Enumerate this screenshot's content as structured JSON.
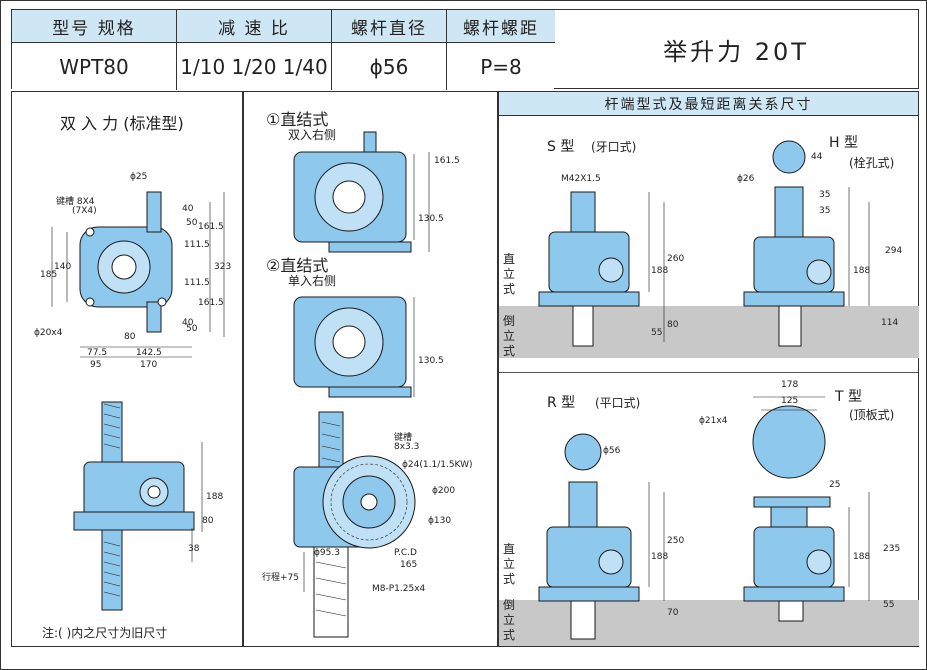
{
  "header": {
    "col_model": "型号  规格",
    "col_ratio": "减 速 比",
    "col_screw_dia": "螺杆直径",
    "col_screw_pitch": "螺杆螺距",
    "model": "WPT80",
    "ratio": "1/10 1/20 1/40",
    "screw_dia": "ϕ56",
    "pitch": "P=8",
    "lift_force": "举升力 20T"
  },
  "panel_left": {
    "title": "双 入 力 (标准型)",
    "keyway": "键槽 8X4",
    "keyway_old": "(7X4)",
    "hole": "ϕ20x4",
    "d25": "ϕ25",
    "dims": [
      "40",
      "161.5",
      "111.5",
      "111.5",
      "161.5",
      "40",
      "323",
      "140",
      "185",
      "80",
      "77.5",
      "142.5",
      "95",
      "170",
      "50",
      "50"
    ],
    "dims_bottom": [
      "188",
      "80",
      "38"
    ],
    "note": "注:( )内之尺寸为旧尺寸"
  },
  "panel_mid": {
    "type1_title": "①直结式",
    "type1_sub": "双入右侧",
    "type2_title": "②直结式",
    "type2_sub": "单入右侧",
    "dims_top": [
      "161.5",
      "130.5"
    ],
    "dims_mid": [
      "130.5"
    ],
    "keyway": "键槽",
    "keyway_size": "8x3.3",
    "d24": "ϕ24(1.1/1.5KW)",
    "d200": "ϕ200",
    "d130": "ϕ130",
    "d95": "ϕ95.3",
    "pcd": "P.C.D",
    "pcd_val": "165",
    "bolts": "M8-P1.25x4",
    "stroke": "行程+75"
  },
  "panel_right": {
    "title": "杆端型式及最短距离关系尺寸",
    "s_title": "S 型",
    "s_sub": "(牙口式)",
    "s_thread": "M42X1.5",
    "s_dims": [
      "260",
      "188",
      "80",
      "55"
    ],
    "h_title": "H 型",
    "h_sub": "(栓孔式)",
    "h_dims": [
      "44",
      "ϕ26",
      "35",
      "35",
      "294",
      "188",
      "114"
    ],
    "r_title": "R 型",
    "r_sub": "(平口式)",
    "r_dims": [
      "ϕ56",
      "250",
      "188",
      "70"
    ],
    "t_title": "T 型",
    "t_sub": "(顶板式)",
    "t_dims": [
      "178",
      "125",
      "ϕ21x4",
      "25",
      "235",
      "188",
      "55"
    ],
    "side_up": "直立式",
    "side_down": "倒立式"
  },
  "colors": {
    "body": "#8ec8ec",
    "header_bg": "#cfe6f5",
    "ground": "#c8c8c8",
    "line": "#1a1a1a"
  }
}
